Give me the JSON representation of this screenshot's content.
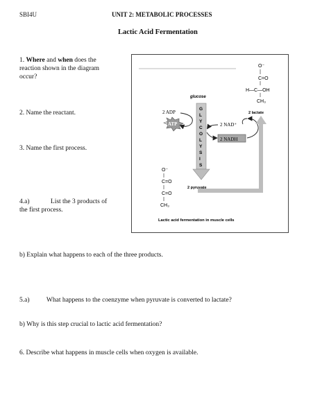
{
  "header": {
    "course": "SBI4U",
    "unit": "UNIT 2: METABOLIC PROCESSES",
    "title": "Lactic Acid Fermentation"
  },
  "questions": {
    "q1": {
      "number": "1.",
      "where": "Where",
      "and": "and",
      "when": "when",
      "rest": "does the",
      "line2": "reaction shown in the diagram",
      "line3": "occur?"
    },
    "q2": "2. Name the reactant.",
    "q3": "3. Name the first process.",
    "q4a": {
      "number": "4.a)",
      "text": "List the 3 products of",
      "line2": "the first process."
    },
    "q4b": "b)  Explain what happens to each of the three products.",
    "q5a": {
      "number": "5.a)",
      "text": "What happens to the coenzyme when pyruvate is converted to lactate?"
    },
    "q5b": "b)  Why is this step crucial to lactic acid fermentation?",
    "q6": "6.  Describe what happens in muscle cells when oxygen is available."
  },
  "diagram": {
    "glucose": "glucose",
    "adp": "2 ADP",
    "atp": "2 ATP",
    "nad": "2 NAD⁺",
    "nadh": "2 NADH",
    "pyruvate": "2 pyruvate",
    "lactate": "2 lactate",
    "glycolysis_letters": [
      "G",
      "L",
      "Y",
      "C",
      "O",
      "L",
      "Y",
      "S",
      "I",
      "S"
    ],
    "caption": "Lactic acid fermentation in muscle cells",
    "lactate_struct": [
      "O⁻",
      "C=O",
      "H—C—OH",
      "CH₃"
    ],
    "pyruvate_struct": [
      "O⁻",
      "C=O",
      "C=O",
      "CH₃"
    ]
  }
}
